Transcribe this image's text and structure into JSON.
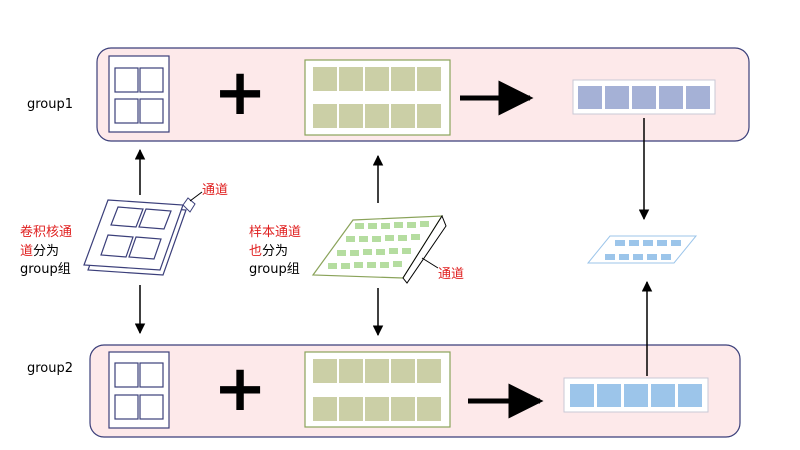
{
  "groups": [
    {
      "label": "group1"
    },
    {
      "label": "group2"
    }
  ],
  "operator_symbol": "+",
  "annotations": {
    "kernel": {
      "line1": "卷积核通",
      "line2_red": "道",
      "line2_black": "分为",
      "line3": "group组"
    },
    "kernel_channel": "通道",
    "sample": {
      "line1": "样本通道",
      "line2_red": "也",
      "line2_black": "分为",
      "line3": "group组"
    },
    "sample_channel": "通道"
  },
  "colors": {
    "group_fill": "#fde9ea",
    "group_stroke": "#3b3f7a",
    "kernel_stroke": "#3b3f7a",
    "sample_fill": "#cbcfa6",
    "sample_stroke": "#8aa35a",
    "out1_fill": "#a5b1d6",
    "out2_fill": "#9cc5ea",
    "out_mid_fill": "#9cc5ea",
    "annotation_red": "#e02020",
    "arrow": "#000000"
  }
}
